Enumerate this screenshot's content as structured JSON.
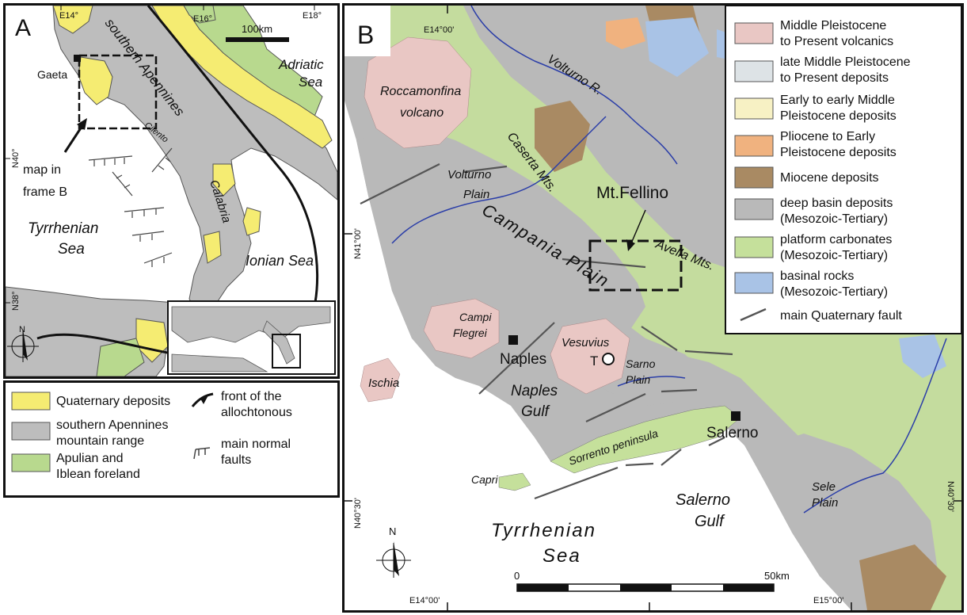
{
  "panel_a": {
    "letter": "A",
    "coords": {
      "e14": "E14°",
      "e16": "E16°",
      "e18": "E18°",
      "n40": "N40°",
      "n38": "N38°"
    },
    "scale_label": "100km",
    "labels": {
      "adriatic_line1": "Adriatic",
      "adriatic_line2": "Sea",
      "southern_apennines": "southern Apennines",
      "gaeta": "Gaeta",
      "cilento": "Cilento",
      "calabria": "Calabria",
      "map_frame_line1": "map in",
      "map_frame_line2": "frame B",
      "tyrrhenian_line1": "Tyrrhenian",
      "tyrrhenian_line2": "Sea",
      "ionian": "Ionian Sea",
      "north": "N"
    }
  },
  "legend_a": {
    "items": [
      {
        "label": "Quaternary deposits",
        "color": "#f5ec72"
      },
      {
        "label": "southern Apennines",
        "label2": "mountain range",
        "color": "#bdbdbd"
      },
      {
        "label": "Apulian and",
        "label2": "Iblean foreland",
        "color": "#b8d98e"
      }
    ],
    "front_label1": "front of the",
    "front_label2": "allochtonous",
    "faults_label1": "main normal",
    "faults_label2": "faults"
  },
  "panel_b": {
    "letter": "B",
    "coords": {
      "top_e14": "E14°00'",
      "bottom_e14": "E14°00'",
      "bottom_e15": "E15°00'",
      "n41": "N41°00'",
      "n40_30_left": "N40°30'",
      "n40_30_right": "N40°30'"
    },
    "places": {
      "roccamonfina1": "Roccamonfina",
      "roccamonfina2": "volcano",
      "volturno_r": "Volturno R.",
      "caserta": "Caserta Mts.",
      "volturno_plain1": "Volturno",
      "volturno_plain2": "Plain",
      "fellino": "Mt.Fellino",
      "campania": "Campania Plain",
      "avella": "Avella Mts.",
      "campi1": "Campi",
      "campi2": "Flegrei",
      "naples": "Naples",
      "vesuvius": "Vesuvius",
      "t_marker": "T",
      "sarno1": "Sarno",
      "sarno2": "Plain",
      "ischia": "Ischia",
      "naples_gulf1": "Naples",
      "naples_gulf2": "Gulf",
      "sorrento": "Sorrento peninsula",
      "salerno": "Salerno",
      "capri": "Capri",
      "tyrrhenian1": "Tyrrhenian",
      "tyrrhenian2": "Sea",
      "salerno_gulf1": "Salerno",
      "salerno_gulf2": "Gulf",
      "sele1": "Sele",
      "sele2": "Plain",
      "north": "N"
    },
    "scale": {
      "start": "0",
      "end": "50km"
    },
    "legend": [
      {
        "l1": "Middle Pleistocene",
        "l2": "to Present volcanics",
        "color": "#e9c7c4"
      },
      {
        "l1": "late Middle Pleistocene",
        "l2": "to Present deposits",
        "color": "#dde3e6"
      },
      {
        "l1": "Early to early Middle",
        "l2": "Pleistocene deposits",
        "color": "#f7f1c4"
      },
      {
        "l1": "Pliocene to Early",
        "l2": "Pleistocene deposits",
        "color": "#f0b27f"
      },
      {
        "l1": "Miocene deposits",
        "l2": "",
        "color": "#a98a63"
      },
      {
        "l1": "deep basin deposits",
        "l2": "(Mesozoic-Tertiary)",
        "color": "#b9b9b9"
      },
      {
        "l1": "platform carbonates",
        "l2": "(Mesozoic-Tertiary)",
        "color": "#c5e09b"
      },
      {
        "l1": "basinal rocks",
        "l2": "(Mesozoic-Tertiary)",
        "color": "#a9c3e6"
      }
    ],
    "legend_fault": "main Quaternary fault"
  }
}
